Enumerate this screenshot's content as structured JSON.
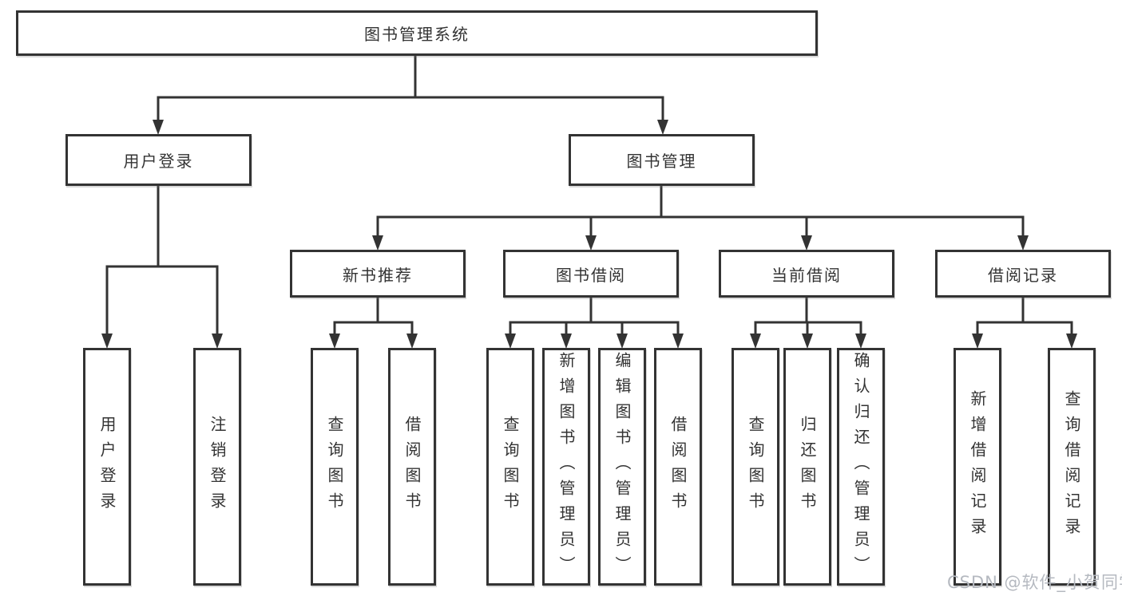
{
  "nodes": {
    "root": "图书管理系统",
    "level2": [
      "用户登录",
      "图书管理"
    ],
    "level3": [
      "新书推荐",
      "图书借阅",
      "当前借阅",
      "借阅记录"
    ],
    "leaves_user_login": [
      "用户登录",
      "注销登录"
    ],
    "leaves_new_book": [
      "查询图书",
      "借阅图书"
    ],
    "leaves_book_borrow": [
      "查询图书",
      "新增图书（管理员）",
      "编辑图书（管理员）",
      "借阅图书"
    ],
    "leaves_current_borrow": [
      "查询图书",
      "归还图书",
      "确认归还（管理员）"
    ],
    "leaves_records": [
      "新增借阅记录",
      "查询借阅记录"
    ]
  },
  "watermark": "CSDN @软件_小贺同学",
  "colors": {
    "line": "#333333",
    "box_border": "#333333",
    "box_fill": "#ffffff",
    "text": "#333333",
    "watermark": "#b5b9c0",
    "background": "#ffffff"
  }
}
